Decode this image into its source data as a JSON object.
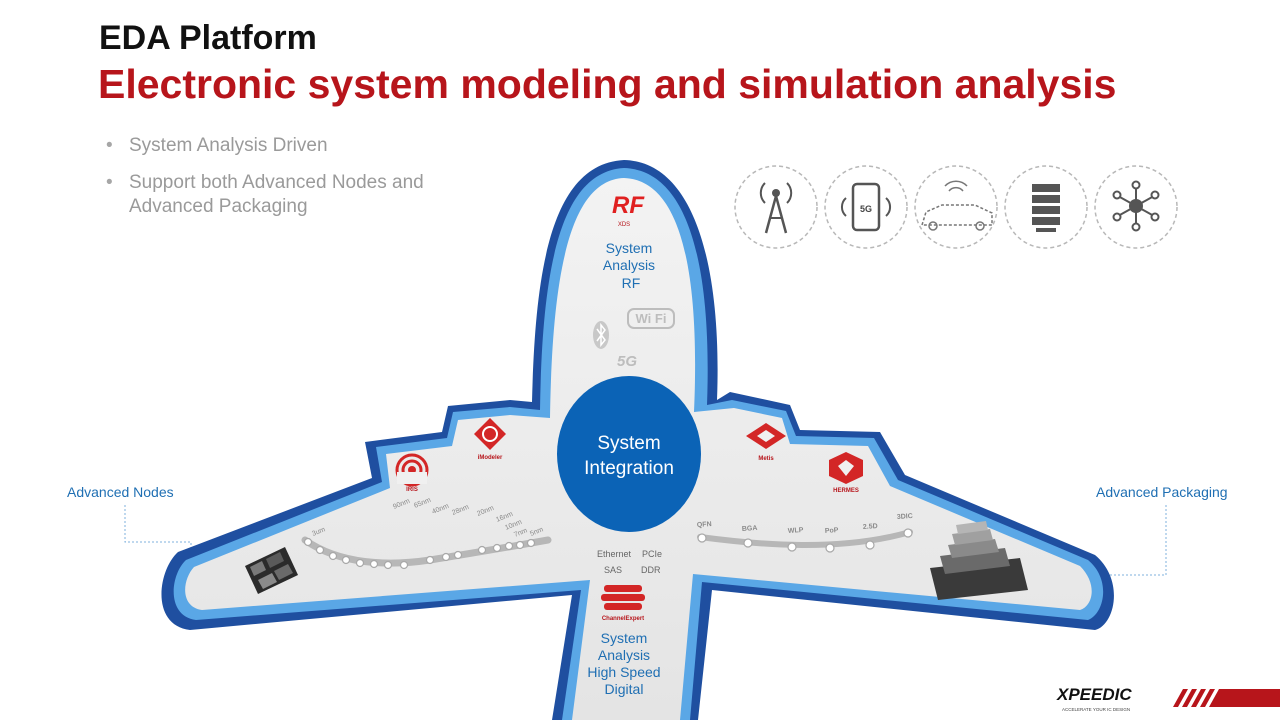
{
  "header": {
    "title": "EDA Platform",
    "subtitle": "Electronic system modeling and simulation analysis"
  },
  "bullets": [
    "System Analysis Driven",
    "Support both Advanced Nodes and Advanced Packaging"
  ],
  "labels": {
    "left": "Advanced Nodes",
    "right": "Advanced Packaging"
  },
  "center": {
    "line1": "System",
    "line2": "Integration"
  },
  "nose": {
    "line1": "System",
    "line2": "Analysis",
    "line3": "RF",
    "logo_text": "XDS",
    "wifi_text": "Wi Fi",
    "fiveg_text": "5G"
  },
  "tail": {
    "line1": "System",
    "line2": "Analysis",
    "line3": "High Speed",
    "line4": "Digital",
    "proto_row1_left": "Ethernet",
    "proto_row1_right": "PCIe",
    "proto_row2_left": "SAS",
    "proto_row2_right": "DDR",
    "logo_text": "ChannelExpert"
  },
  "left_wing": {
    "logo_iris": "IRIS",
    "logo_imodeler": "iModeler",
    "nodes": [
      "3um",
      "90nm",
      "65nm",
      "40nm",
      "28nm",
      "20nm",
      "16nm",
      "10nm",
      "7nm",
      "5nm"
    ]
  },
  "right_wing": {
    "logo_metis": "Metis",
    "logo_hermes": "HERMES",
    "packages": [
      "QFN",
      "BGA",
      "WLP",
      "PoP",
      "2.5D",
      "3DIC"
    ]
  },
  "app_icons": [
    "antenna-tower-icon",
    "smartphone-5g-icon",
    "connected-car-icon",
    "server-rack-icon",
    "network-hub-icon"
  ],
  "phone_text": "5G",
  "brand": {
    "name": "XPEEDIC",
    "tagline": "ACCELERATE YOUR IC DESIGN"
  },
  "colors": {
    "accent_red": "#b7151b",
    "blue_dark": "#1f4fa0",
    "blue_light": "#5aa7e6",
    "circle_blue": "#0b63b6",
    "text_blue": "#1f6fb3"
  }
}
